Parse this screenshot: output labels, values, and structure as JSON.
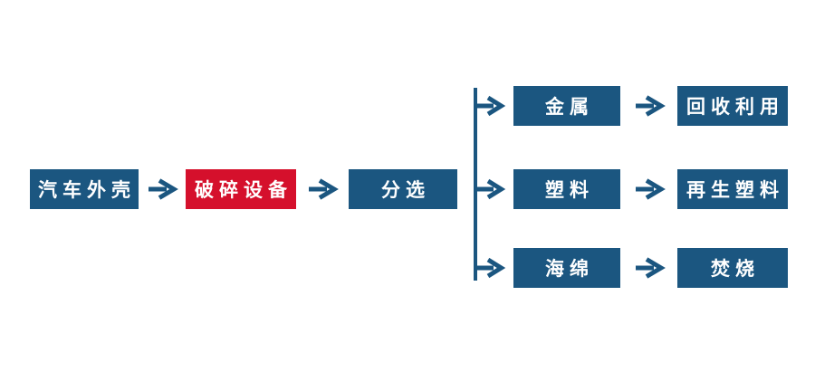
{
  "colors": {
    "blue": "#1B5680",
    "red": "#D5102C",
    "background": "#FFFFFF",
    "text": "#FFFFFF"
  },
  "flow": {
    "main_sequence": [
      {
        "label": "汽车外壳",
        "variant": "blue"
      },
      {
        "label": "破碎设备",
        "variant": "red"
      },
      {
        "label": "分选",
        "variant": "blue"
      }
    ],
    "branches": [
      {
        "source": "金属",
        "target": "回收利用"
      },
      {
        "source": "塑料",
        "target": "再生塑料"
      },
      {
        "source": "海绵",
        "target": "焚烧"
      }
    ]
  }
}
